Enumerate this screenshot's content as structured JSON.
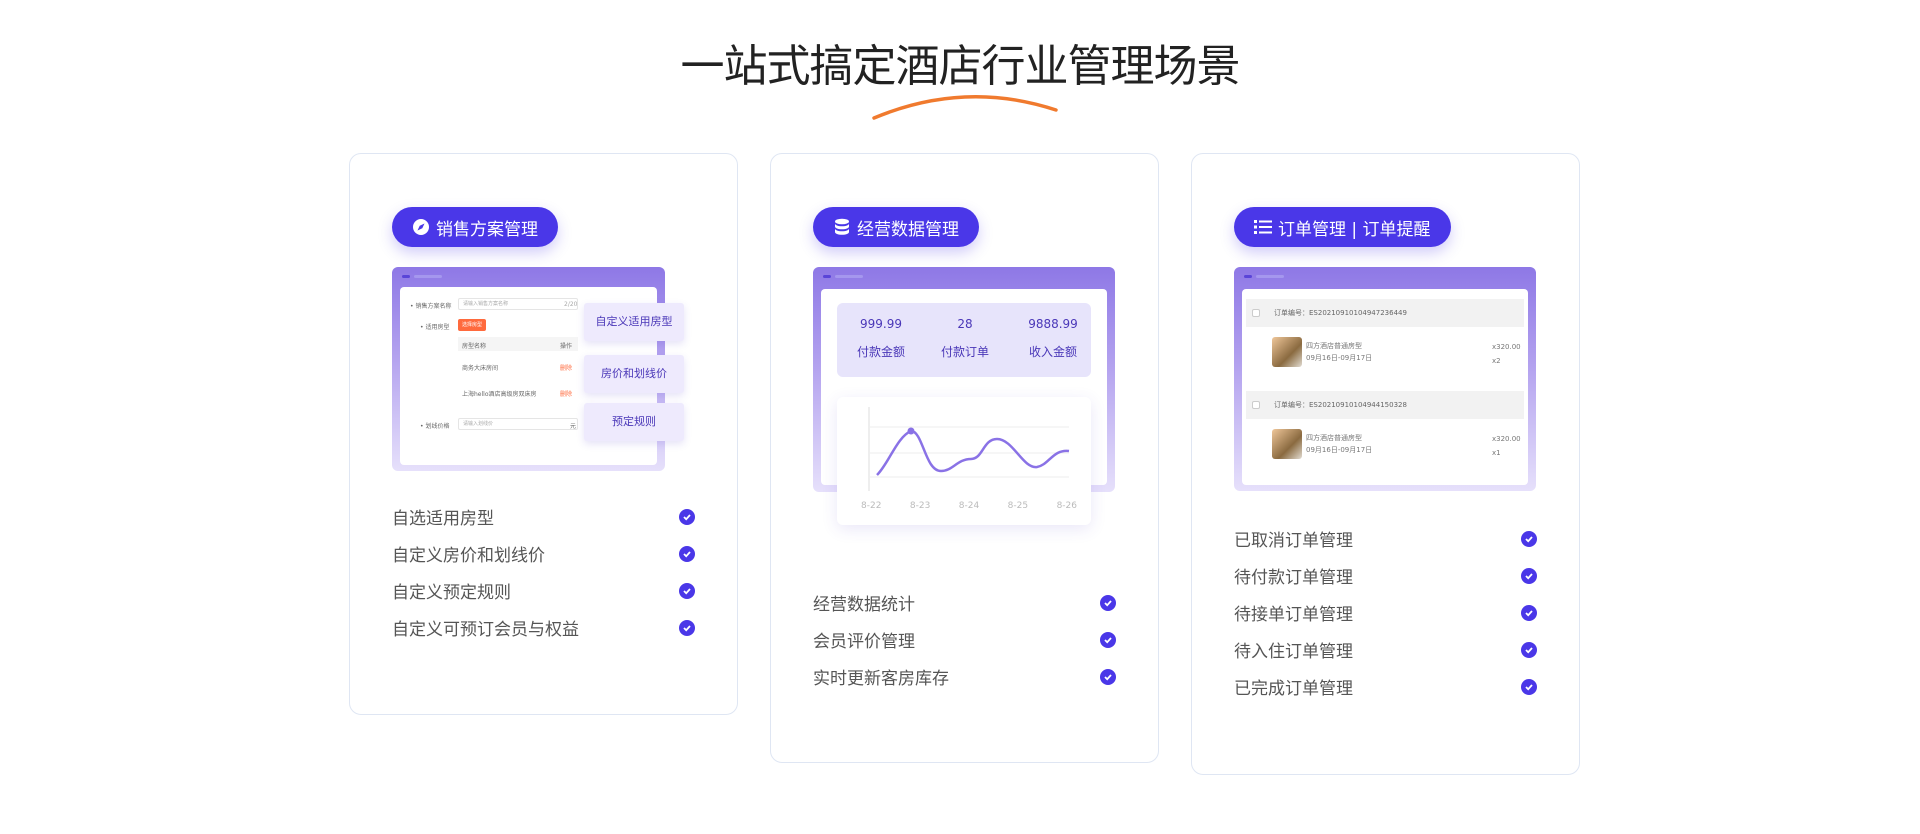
{
  "heading": "一站式搞定酒店行业管理场景",
  "colors": {
    "accent": "#4a37e8",
    "arc": "#f07a2e"
  },
  "cards": [
    {
      "pill": "销售方案管理",
      "icon": "compass-icon",
      "mock": {
        "form_label_1": "• 销售方案名称",
        "input_placeholder_1": "请输入销售方案名称",
        "input_count": "2/20",
        "form_label_2": "• 适用房型",
        "button": "选择房型",
        "table_col_1": "房型名称",
        "table_col_2": "操作",
        "row_1": "商务大床房间",
        "row_2": "上海hello酒店高级房双床房",
        "row_action": "删除",
        "form_label_3": "• 划线价格",
        "input_placeholder_3": "请输入划线价",
        "unit": "元",
        "floats": [
          "自定义适用房型",
          "房价和划线价",
          "预定规则"
        ]
      },
      "features": [
        "自选适用房型",
        "自定义房价和划线价",
        "自定义预定规则",
        "自定义可预订会员与权益"
      ]
    },
    {
      "pill": "经营数据管理",
      "icon": "database-icon",
      "mock": {
        "stats": [
          {
            "value": "999.99",
            "label": "付款金额"
          },
          {
            "value": "28",
            "label": "付款订单"
          },
          {
            "value": "9888.99",
            "label": "收入金额"
          }
        ],
        "x_labels": [
          "8-22",
          "8-23",
          "8-24",
          "8-25",
          "8-26"
        ]
      },
      "features": [
        "经营数据统计",
        "会员评价管理",
        "实时更新客房库存"
      ]
    },
    {
      "pill": "订单管理 | 订单提醒",
      "icon": "list-icon",
      "mock": {
        "orders": [
          {
            "no": "订单编号：ES2021091010494723644​9",
            "name": "四方酒店普通房型",
            "date": "09月16日-09月17日",
            "price": "x320.00",
            "qty": "x2"
          },
          {
            "no": "订单编号：ES2021091010494415032​8",
            "name": "四方酒店普通房型",
            "date": "09月16日-09月17日",
            "price": "x320.00",
            "qty": "x1"
          }
        ]
      },
      "features": [
        "已取消订单管理",
        "待付款订单管理",
        "待接单订单管理",
        "待入住订单管理",
        "已完成订单管理"
      ]
    }
  ]
}
